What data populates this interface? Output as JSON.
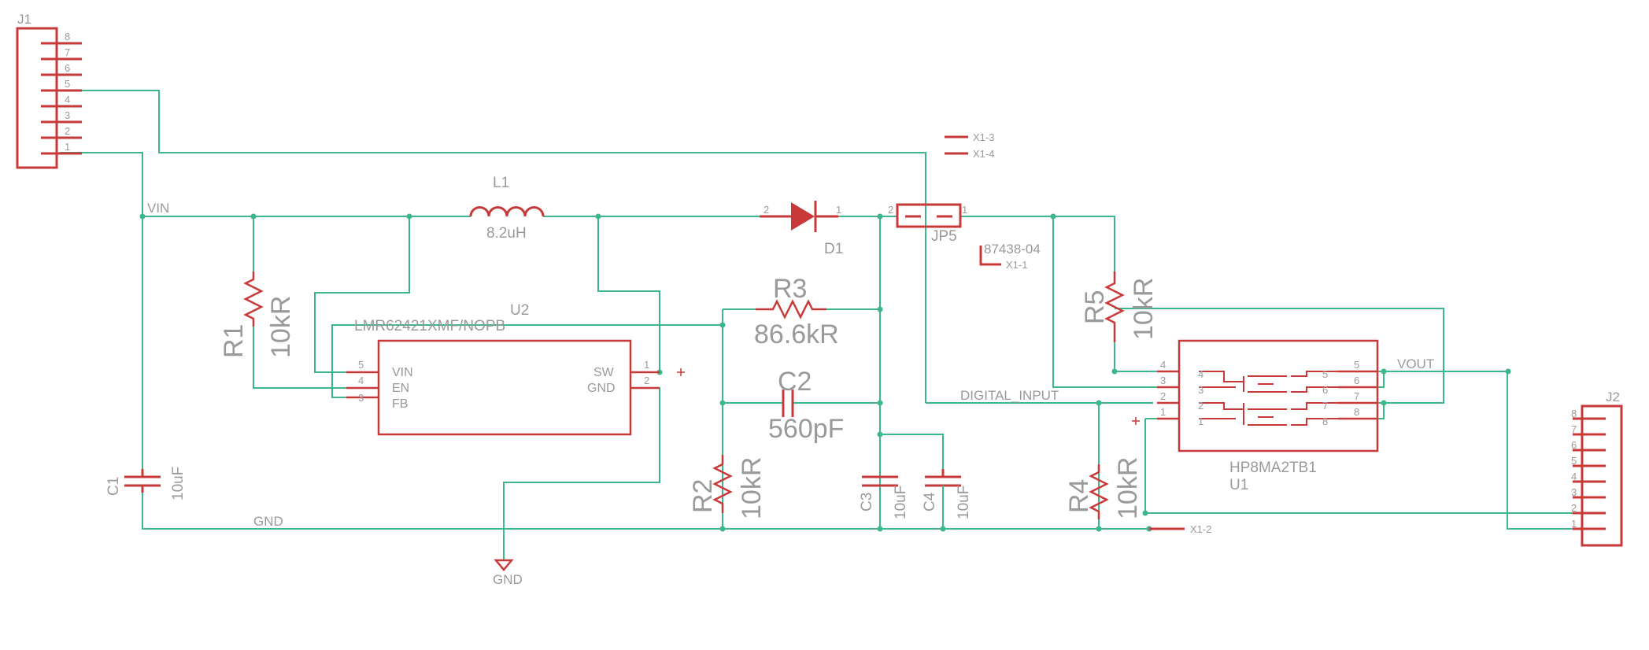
{
  "j1": {
    "name": "J1",
    "pins": [
      "8",
      "7",
      "6",
      "5",
      "4",
      "3",
      "2",
      "1"
    ]
  },
  "j2": {
    "name": "J2",
    "pins": [
      "8",
      "7",
      "6",
      "5",
      "4",
      "3",
      "2",
      "1"
    ]
  },
  "nets": {
    "vin": "VIN",
    "gnd": "GND",
    "gnd_symbol": "GND",
    "vout": "VOUT",
    "digital_input": "DIGITAL_INPUT"
  },
  "l1": {
    "name": "L1",
    "value": "8.2uH"
  },
  "d1": {
    "name": "D1",
    "pin_anode": "2",
    "pin_cathode": "1"
  },
  "jp5": {
    "name": "JP5",
    "part": "87438-04",
    "pin_left": "2",
    "pin_right": "1"
  },
  "x1": {
    "pin1": "X1-1",
    "pin2": "X1-2",
    "pin3": "X1-3",
    "pin4": "X1-4"
  },
  "r1": {
    "name": "R1",
    "value": "10kR"
  },
  "r2": {
    "name": "R2",
    "value": "10kR"
  },
  "r3": {
    "name": "R3",
    "value": "86.6kR"
  },
  "r4": {
    "name": "R4",
    "value": "10kR"
  },
  "r5": {
    "name": "R5",
    "value": "10kR"
  },
  "c1": {
    "name": "C1",
    "value": "10uF"
  },
  "c2": {
    "name": "C2",
    "value": "560pF"
  },
  "c3": {
    "name": "C3",
    "value": "10uF"
  },
  "c4": {
    "name": "C4",
    "value": "10uF"
  },
  "u2": {
    "name": "U2",
    "part": "LMR62421XMF/NOPB",
    "left_pins": [
      {
        "num": "5",
        "label": "VIN"
      },
      {
        "num": "4",
        "label": "EN"
      },
      {
        "num": "3",
        "label": "FB"
      }
    ],
    "right_pins": [
      {
        "num": "1",
        "label": "SW"
      },
      {
        "num": "2",
        "label": "GND"
      }
    ]
  },
  "u1": {
    "name": "U1",
    "part": "HP8MA2TB1",
    "left_pins": [
      "4",
      "3",
      "2",
      "1"
    ],
    "right_pins": [
      "5",
      "6",
      "7",
      "8"
    ],
    "inner_left": [
      "4",
      "3",
      "2",
      "1"
    ],
    "inner_right": [
      "5",
      "6",
      "7",
      "8"
    ]
  }
}
